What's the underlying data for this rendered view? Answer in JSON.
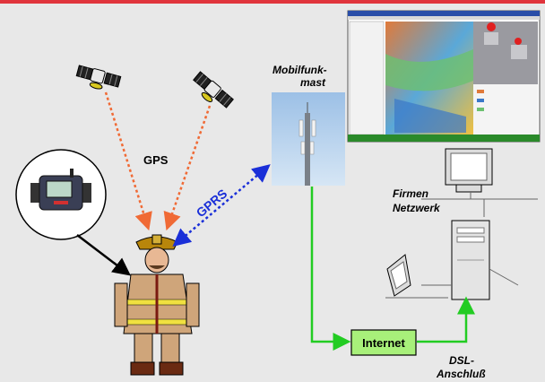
{
  "colors": {
    "background": "#e8e8e8",
    "top_bar": "#e0343c",
    "gps_arrow": "#f06a35",
    "gprs_arrow": "#1a2fd8",
    "network_line": "#22cc22",
    "internet_box_fill": "#a8f07a",
    "black_arrow": "#000000"
  },
  "labels": {
    "gps": "GPS",
    "gprs": "GPRS",
    "mast_line1": "Mobilfunk-",
    "mast_line2": "mast",
    "company_line1": "Firmen",
    "company_line2": "Netzwerk",
    "internet": "Internet",
    "dsl_line1": "DSL-",
    "dsl_line2": "Anschluß"
  },
  "icons": {
    "satellite_left": "satellite-icon",
    "satellite_right": "satellite-icon",
    "device": "gps-tracker-device-icon",
    "firefighter": "firefighter-icon",
    "mast": "cell-tower-photo",
    "map": "map-software-screenshot",
    "monitor": "monitor-icon",
    "server": "server-tower-icon"
  }
}
